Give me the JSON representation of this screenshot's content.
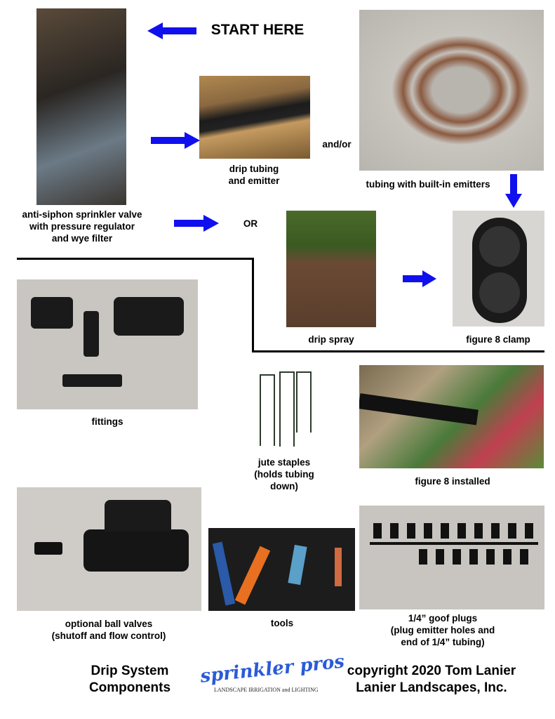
{
  "header": {
    "start_label": "START HERE",
    "and_or": "and/or",
    "or": "OR"
  },
  "captions": {
    "valve": "anti-siphon sprinkler valve\nwith pressure regulator\nand wye filter",
    "drip_tubing": "drip tubing\nand emitter",
    "built_in": "tubing with built-in emitters",
    "drip_spray": "drip spray",
    "clamp": "figure 8 clamp",
    "fittings": "fittings",
    "staples": "jute staples\n(holds tubing\ndown)",
    "fig8_installed": "figure 8 installed",
    "ball_valves": "optional ball valves\n(shutoff and flow control)",
    "tools": "tools",
    "goof_plugs": "1/4” goof plugs\n(plug emitter holes and\nend of 1/4” tubing)"
  },
  "footer": {
    "title": "Drip System\nComponents",
    "logo_main": "sprinkler pros",
    "logo_sub": "LANDSCAPE IRRIGATION and LIGHTING",
    "copyright": "copyright 2020 Tom Lanier\nLanier Landscapes, Inc."
  },
  "colors": {
    "arrow": "#1010ee",
    "logo": "#2a5bd7"
  }
}
